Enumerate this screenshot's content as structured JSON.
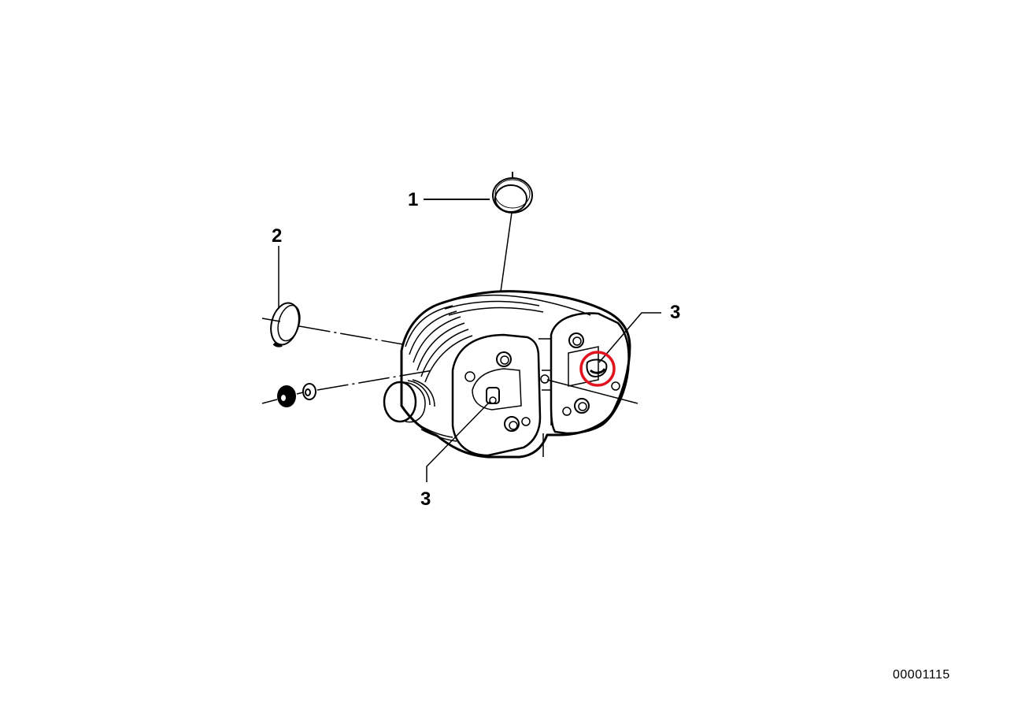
{
  "diagram": {
    "type": "exploded parts diagram",
    "subject": "engine cylinder head",
    "figure_id": "00001115",
    "callouts": [
      {
        "label": "1",
        "part": "ring / seal (top)"
      },
      {
        "label": "2",
        "part": "sealing ring (left)"
      },
      {
        "label": "3",
        "part": "stud (lower left)"
      },
      {
        "label": "3",
        "part": "stud (right, highlighted)"
      }
    ],
    "highlight": {
      "callout_index": 3,
      "color": "#e0141e",
      "shape": "circle"
    },
    "line_color": "#000000",
    "background": "#ffffff"
  }
}
